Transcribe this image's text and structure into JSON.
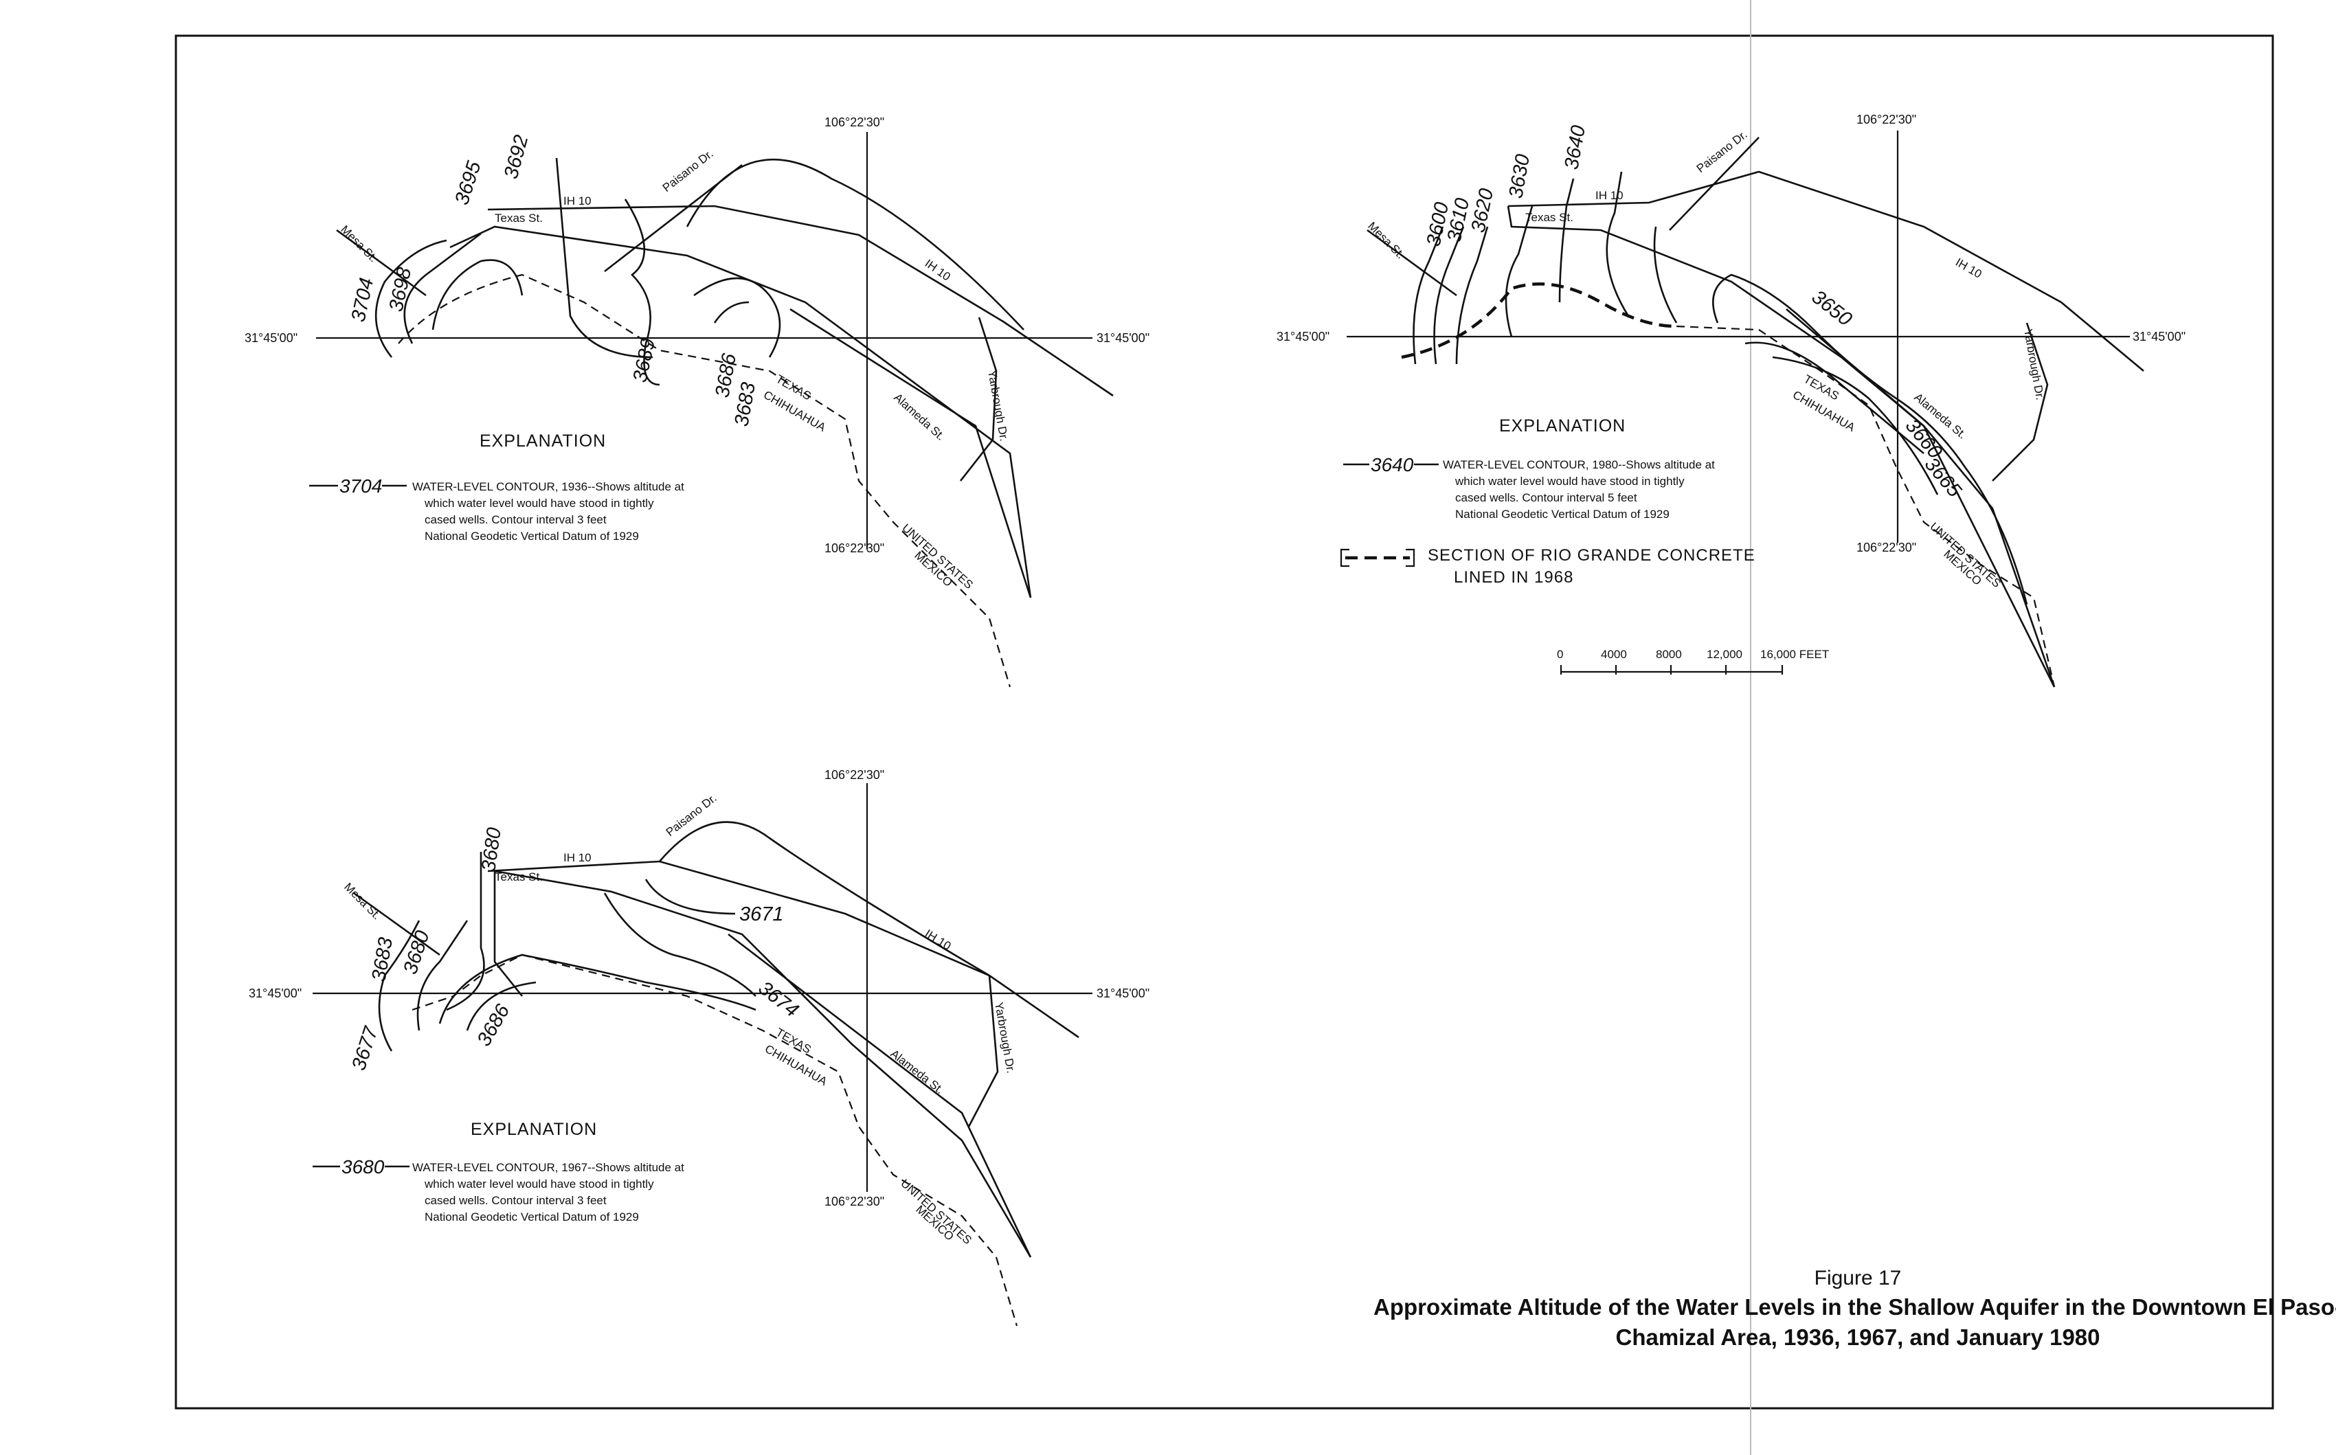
{
  "figure": {
    "number": "Figure 17",
    "title_line1": "Approximate Altitude of the Water Levels in the Shallow Aquifer in the Downtown El Paso-",
    "title_line2": "Chamizal Area, 1936, 1967, and January 1980"
  },
  "coords": {
    "lon": "106°22'30\"",
    "lat": "31°45'00\""
  },
  "streets": {
    "mesa": "Mesa St.",
    "texas": "Texas St.",
    "ih10": "IH 10",
    "paisano": "Paisano Dr.",
    "alameda": "Alameda St.",
    "yarbrough": "Yarbrough Dr."
  },
  "boundary": {
    "texas": "TEXAS",
    "chihuahua": "CHIHUAHUA",
    "united_states": "UNITED STATES",
    "mexico": "MEXICO"
  },
  "map1936": {
    "contours": [
      "3704",
      "3698",
      "3695",
      "3692",
      "3689",
      "3686",
      "3683"
    ],
    "explanation": {
      "heading": "EXPLANATION",
      "symbol": "3704",
      "line1": "WATER-LEVEL CONTOUR, 1936--Shows altitude at",
      "line2": "which water level would have stood in tightly",
      "line3": "cased wells. Contour interval 3 feet",
      "line4": "National Geodetic Vertical Datum of 1929"
    }
  },
  "map1967": {
    "contours": [
      "3683",
      "3680",
      "3680",
      "3671",
      "3674",
      "3677",
      "3686"
    ],
    "explanation": {
      "heading": "EXPLANATION",
      "symbol": "3680",
      "line1": "WATER-LEVEL CONTOUR, 1967--Shows altitude at",
      "line2": "which water level would have stood in tightly",
      "line3": "cased wells. Contour interval 3 feet",
      "line4": "National Geodetic Vertical Datum of 1929"
    }
  },
  "map1980": {
    "contours": [
      "3600",
      "3610",
      "3620",
      "3630",
      "3640",
      "3650",
      "3660",
      "3665"
    ],
    "explanation": {
      "heading": "EXPLANATION",
      "symbol": "3640",
      "line1": "WATER-LEVEL CONTOUR, 1980--Shows altitude at",
      "line2": "which water level would have stood in tightly",
      "line3": "cased wells. Contour interval 5 feet",
      "line4": "National Geodetic Vertical Datum of 1929",
      "section_line1": "SECTION OF RIO GRANDE CONCRETE",
      "section_line2": "LINED IN 1968"
    },
    "scale": {
      "ticks": [
        "0",
        "4000",
        "8000",
        "12,000"
      ],
      "last": "16,000 FEET"
    }
  }
}
